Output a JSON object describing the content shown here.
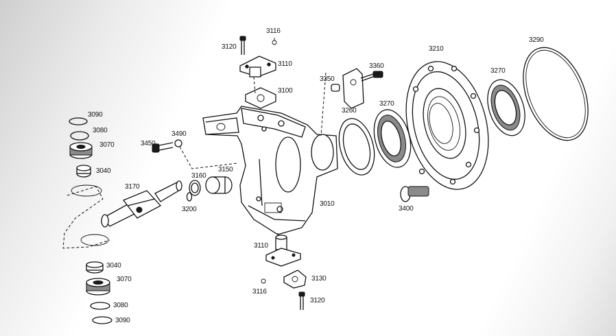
{
  "labels": {
    "l3116_top": "3116",
    "l3120_top": "3120",
    "l3110_top": "3110",
    "l3100": "3100",
    "l3350": "3350",
    "l3360": "3360",
    "l3210": "3210",
    "l3290": "3290",
    "l3270_right": "3270",
    "l3270_mid": "3270",
    "l3260": "3260",
    "l3090_top": "3090",
    "l3080_top": "3080",
    "l3070_top": "3070",
    "l3040_top": "3040",
    "l3450": "3450",
    "l3490": "3490",
    "l3150": "3150",
    "l3160": "3160",
    "l3170": "3170",
    "l3200": "3200",
    "l3010": "3010",
    "l3400": "3400",
    "l3110_bot": "3110",
    "l3130": "3130",
    "l3116_bot": "3116",
    "l3120_bot": "3120",
    "l3040_bot": "3040",
    "l3070_bot": "3070",
    "l3080_bot": "3080",
    "l3090_bot": "3090"
  }
}
